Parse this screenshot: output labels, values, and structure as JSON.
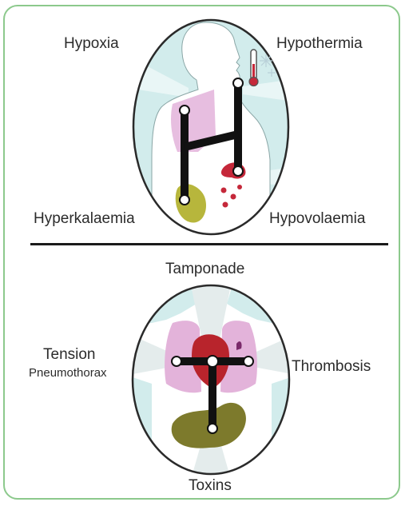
{
  "top_section": {
    "labels": {
      "hypoxia": "Hypoxia",
      "hypothermia": "Hypothermia",
      "hyperkalaemia": "Hyperkalaemia",
      "hypovolaemia": "Hypovolaemia"
    }
  },
  "bottom_section": {
    "labels": {
      "tamponade": "Tamponade",
      "tension": "Tension",
      "pneumothorax": "Pneumothorax",
      "thrombosis": "Thrombosis",
      "toxins": "Toxins"
    }
  },
  "colors": {
    "border": "#8cc98c",
    "oval_fill": "#d2ecec",
    "lung": "#e3b3da",
    "heart": "#b8242c",
    "kidney": "#b7b63c",
    "blood": "#c5283a",
    "intestine": "#7d7a2c",
    "connector": "#111111"
  }
}
